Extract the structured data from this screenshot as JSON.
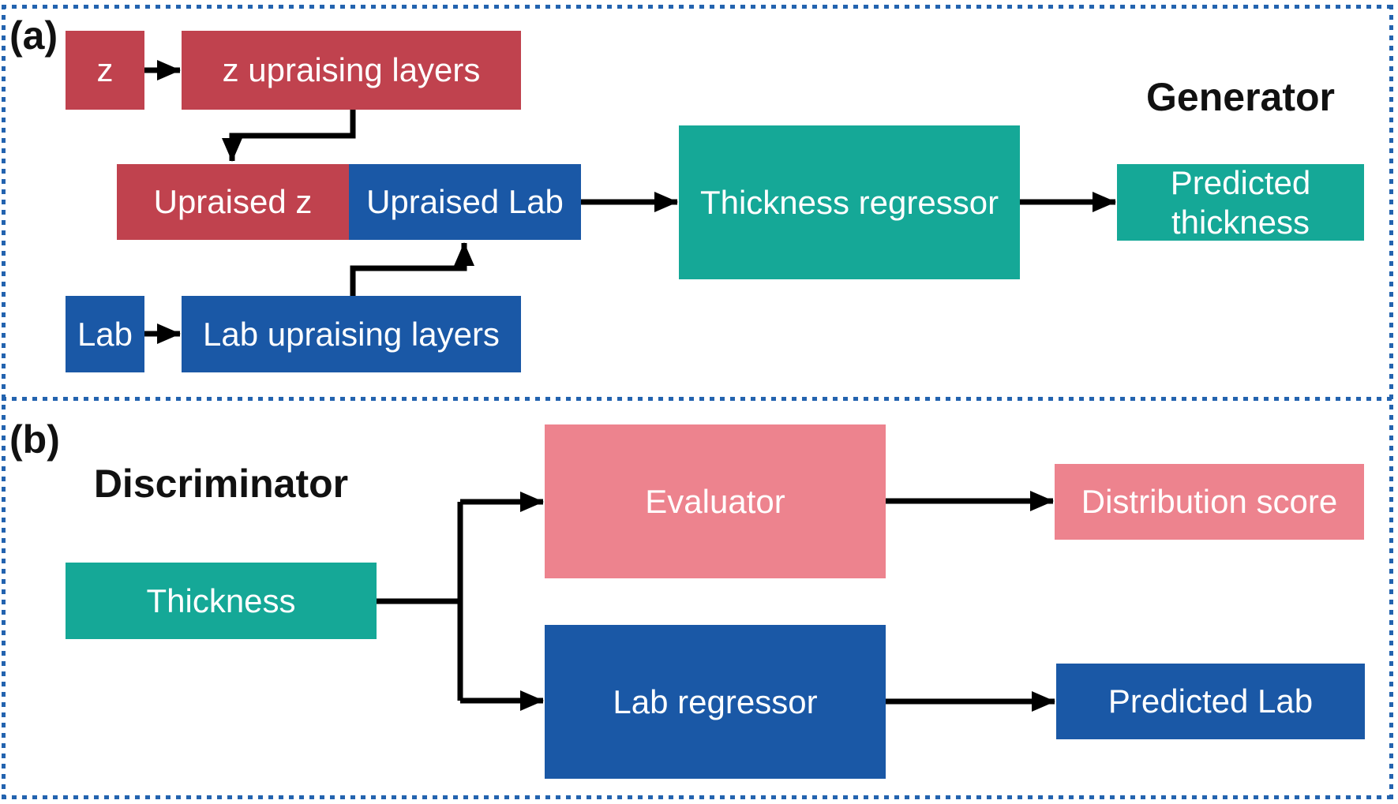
{
  "panels": {
    "generator": {
      "tag": "(a)",
      "title": "Generator",
      "nodes": {
        "z": "z",
        "z_upraising": "z upraising layers",
        "upraised_z": "Upraised z",
        "upraised_lab": "Upraised Lab",
        "lab": "Lab",
        "lab_upraising": "Lab upraising layers",
        "thickness_regressor": "Thickness regressor",
        "predicted_thickness": "Predicted thickness"
      }
    },
    "discriminator": {
      "tag": "(b)",
      "title": "Discriminator",
      "nodes": {
        "thickness": "Thickness",
        "evaluator": "Evaluator",
        "distribution_score": "Distribution score",
        "lab_regressor": "Lab regressor",
        "predicted_lab": "Predicted Lab"
      }
    }
  },
  "colors": {
    "red": "#c0424e",
    "blue": "#1a58a6",
    "teal": "#15a897",
    "pink": "#ed838e",
    "border": "#2363af",
    "arrow": "#000000",
    "text_on_box": "#ffffff",
    "text_dark": "#111111"
  }
}
